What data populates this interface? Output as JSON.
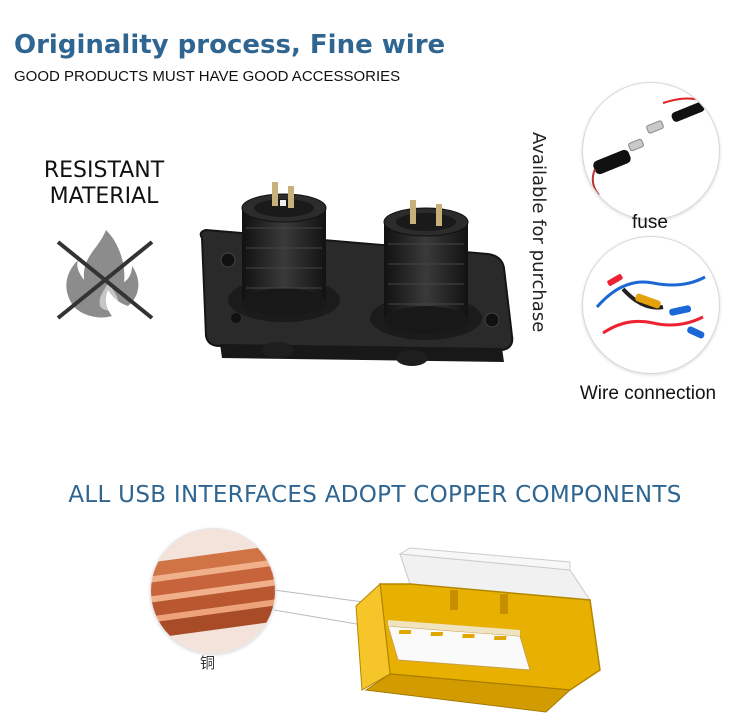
{
  "header": {
    "title": "Originality process, Fine wire",
    "subtitle": "GOOD PRODUCTS MUST HAVE GOOD ACCESSORIES"
  },
  "left_badge": {
    "text_line1": "RESISTANT",
    "text_line2": "MATERIAL",
    "icon": "no-fire-icon"
  },
  "side_note": {
    "text": "Available for purchase"
  },
  "accessories": [
    {
      "label": "fuse",
      "icon": "fuse-icon"
    },
    {
      "label": "Wire connection",
      "icon": "wire-connector-icon"
    }
  ],
  "copper_section": {
    "title": "ALL USB INTERFACES ADOPT COPPER COMPONENTS",
    "caption": "铜"
  },
  "colors": {
    "accent": "#2f6591",
    "copper": "#c8643c",
    "usb_yellow": "#e8b000",
    "socket_black": "#1e1e1e"
  }
}
